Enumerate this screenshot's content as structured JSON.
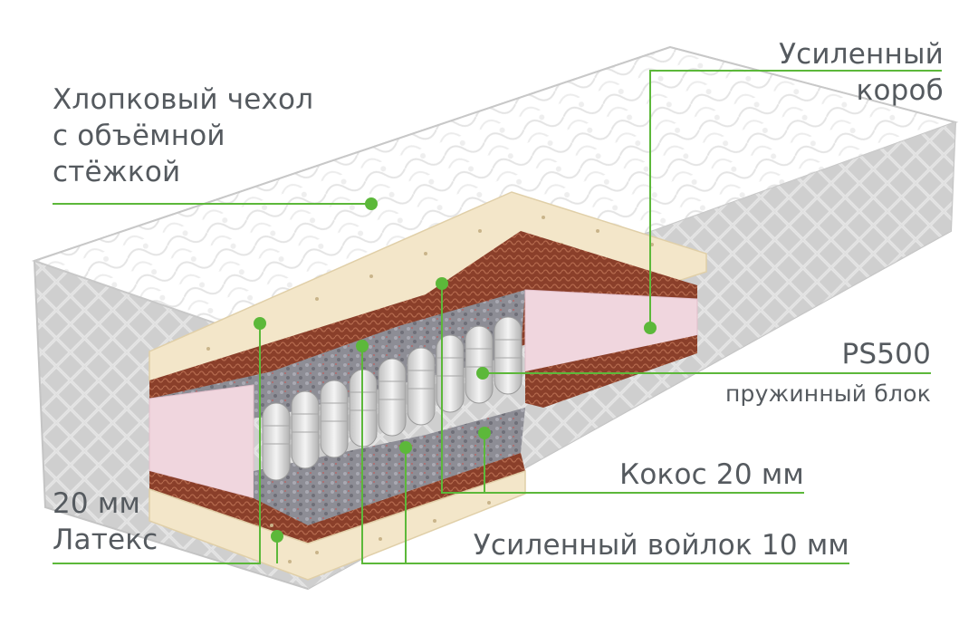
{
  "labels": {
    "cover": [
      "Хлопковый чехол",
      "с объёмной",
      "стёжкой"
    ],
    "box": [
      "Усиленный",
      "короб"
    ],
    "spring": {
      "title": "PS500",
      "sub": "пружинный блок"
    },
    "coconut": "Кокос 20 мм",
    "felt": "Усиленный войлок 10 мм",
    "latex": [
      "20 мм",
      "Латекс"
    ]
  },
  "colors": {
    "accent": "#5cb83a",
    "text": "#555a5f",
    "latex": "#f3e6c9",
    "coconut": "#8a3f2a",
    "foam": "#f0d6de",
    "felt": "#8d8d95",
    "cover": "#ffffff",
    "side": "#d7d7d7"
  }
}
